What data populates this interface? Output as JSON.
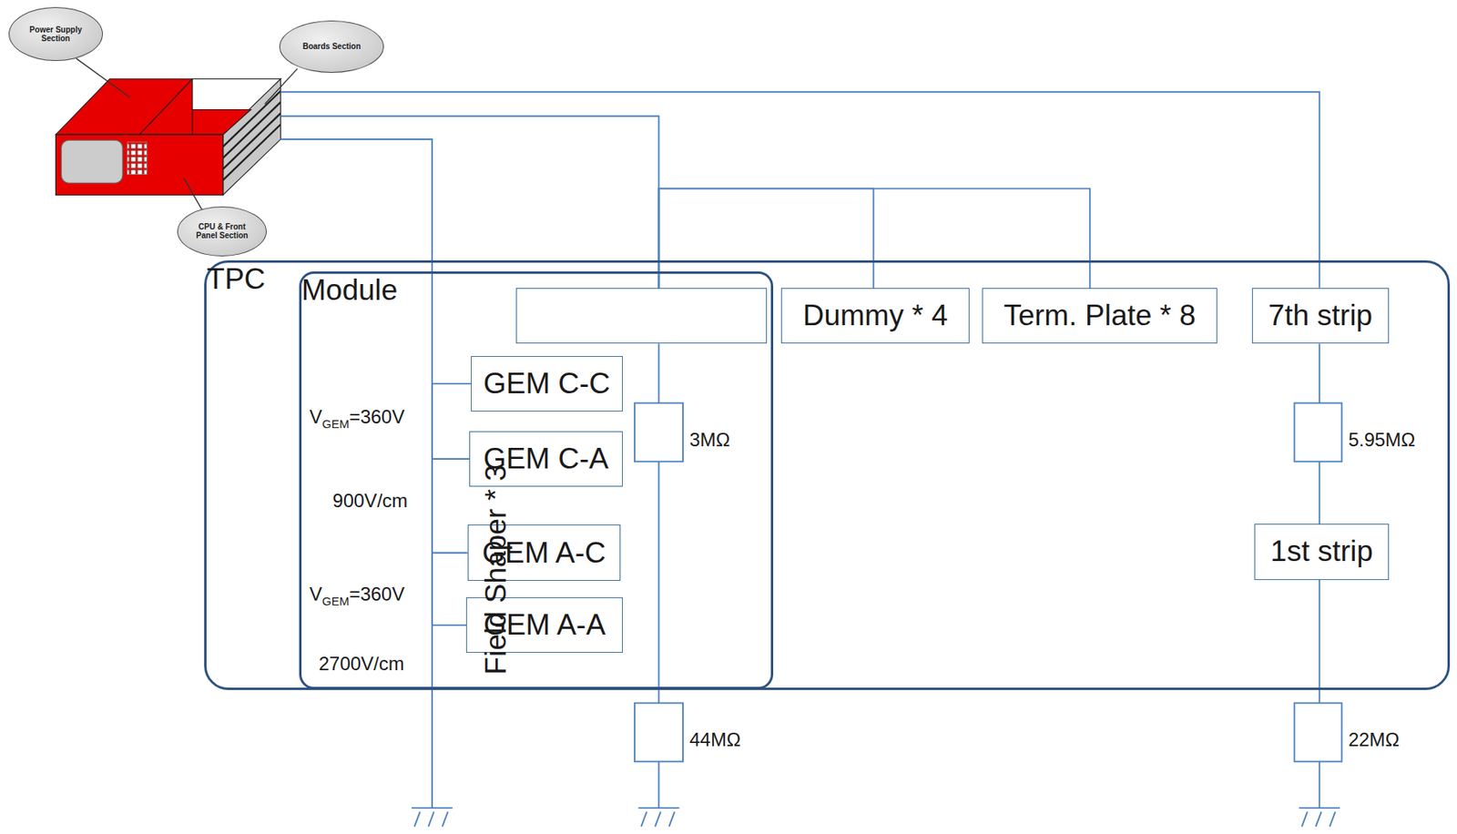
{
  "diagram": {
    "nodes": [
      {
        "text": [
          "Power Supply Section"
        ]
      },
      {
        "text": [
          "Boards Section"
        ]
      },
      {
        "text": [
          "CPU & Front Panel Section"
        ]
      },
      {
        "text": [
          "TPC"
        ]
      },
      {
        "text": [
          "Module"
        ],
        "in": 3
      },
      {
        "text": [
          "Field Shaper * 3"
        ],
        "in": 4
      },
      {
        "text": [
          "GEM C-C"
        ],
        "in": 4
      },
      {
        "text": [
          "GEM C-A"
        ],
        "in": 4
      },
      {
        "text": [
          "GEM A-C"
        ],
        "in": 4
      },
      {
        "text": [
          "GEM A-A"
        ],
        "in": 4
      },
      {
        "text": [
          "Dummy * 4"
        ],
        "in": 3
      },
      {
        "text": [
          "Term. Plate * 8"
        ],
        "in": 3
      },
      {
        "text": [
          "7th strip"
        ],
        "in": 3
      },
      {
        "text": [
          "1st strip"
        ],
        "in": 3
      }
    ],
    "edges": [
      {
        "from": 5,
        "to": 10,
        "arrow": "none"
      },
      {
        "from": 5,
        "to": 11,
        "arrow": "none"
      },
      {
        "from": 6,
        "to": 7,
        "arrow": "none"
      },
      {
        "from": 7,
        "to": 8,
        "arrow": "none"
      },
      {
        "from": 8,
        "to": 9,
        "arrow": "none"
      },
      {
        "from": 12,
        "to": 13,
        "arrow": "none"
      }
    ],
    "labels": [
      "V",
      "GEM",
      "=360V",
      "900V/cm",
      "V",
      "GEM",
      "=360V",
      "2700V/cm",
      "3MΩ",
      "44MΩ",
      "5.95MΩ",
      "22MΩ"
    ]
  }
}
